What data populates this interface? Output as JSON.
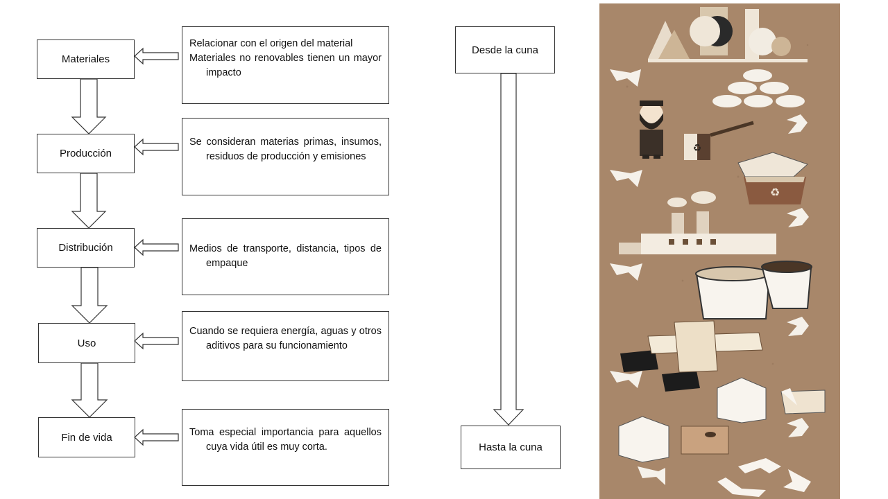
{
  "flow": {
    "stages": [
      {
        "label": "Materiales",
        "description": [
          "Relacionar con el origen del material",
          "Materiales no renovables tienen un mayor impacto"
        ]
      },
      {
        "label": "Producción",
        "description": [
          "Se consideran materias primas, insumos, residuos de producción y emisiones"
        ]
      },
      {
        "label": "Distribución",
        "description": [
          "Medios de transporte, distancia, tipos de empaque"
        ]
      },
      {
        "label": "Uso",
        "description": [
          "Cuando se requiera energía, aguas y otros aditivos para su funcionamiento"
        ]
      },
      {
        "label": "Fin de vida",
        "description": [
          "Toma especial importancia para aquellos cuya vida útil es muy corta."
        ]
      }
    ]
  },
  "cradle": {
    "start": "Desde la cuna",
    "end": "Hasta la cuna"
  },
  "illustration": {
    "name": "cradle-to-cradle-illustration",
    "background": "#a8876a",
    "icons": [
      "trees",
      "stone-stack",
      "worker-with-recycle-bin",
      "recycle-bin-with-paper",
      "factory",
      "paper-rolls",
      "unfolded-box-net",
      "closed-boxes",
      "packaged-boxes",
      "recycle-symbol",
      "white-flow-arrows"
    ]
  }
}
